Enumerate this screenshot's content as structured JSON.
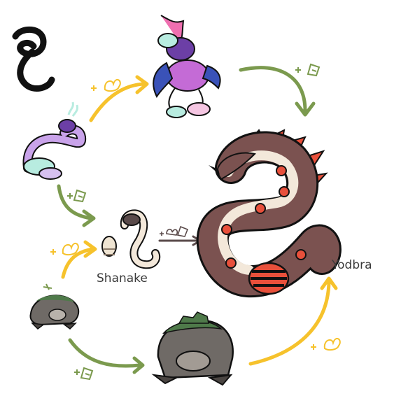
{
  "labels": {
    "shanake": "Shanake",
    "yodbra": "Yodbra"
  },
  "glyph": "ಶ",
  "colors": {
    "green_arrow": "#7b9a4e",
    "yellow_arrow": "#f6c22c",
    "dark_arrow": "#5a4a4a",
    "outline": "#111111",
    "yodbra_red": "#e8503b",
    "yodbra_brown": "#7b5250",
    "yodbra_cream": "#f3e8da",
    "purple": "#a86bc9",
    "mint": "#b8ece0",
    "pink": "#ef6fb0",
    "turtle_gray": "#6f6a66",
    "moss_green": "#4f7a4a"
  },
  "icons": [
    "evolution-stone-icon",
    "fire-sparkle-icon",
    "plus-icon"
  ]
}
